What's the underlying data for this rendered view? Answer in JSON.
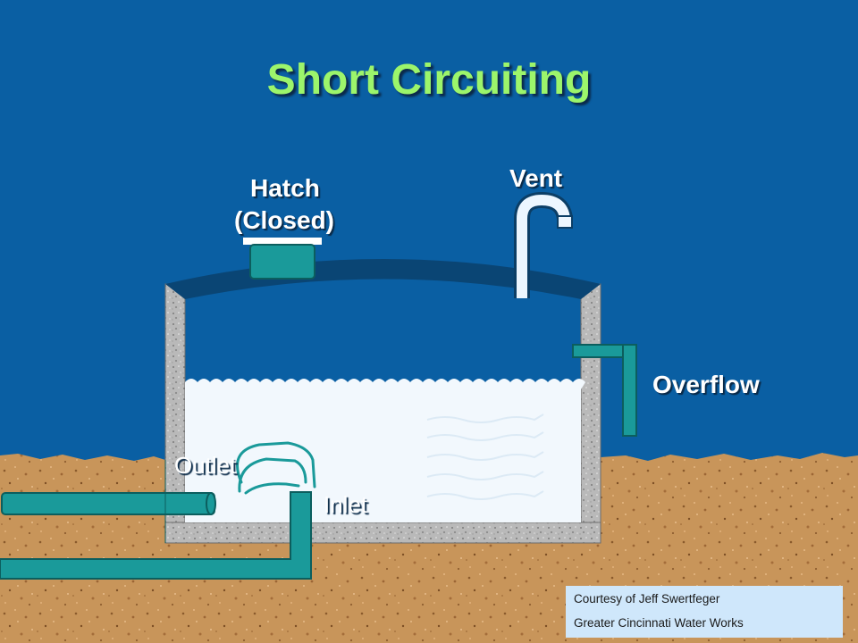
{
  "title": "Short Circuiting",
  "labels": {
    "hatch_line1": "Hatch",
    "hatch_line2": "(Closed)",
    "vent": "Vent",
    "overflow": "Overflow",
    "outlet": "Outlet",
    "inlet": "Inlet"
  },
  "credit": {
    "line1": "Courtesy of Jeff Swertfeger",
    "line2": "Greater Cincinnati Water Works"
  },
  "colors": {
    "sky": "#0a5fa3",
    "title": "#9cf56b",
    "pipe": "#1a9a9a",
    "soil": "#c8955a",
    "water": "#f2f8fd",
    "tank_roof": "#0a4574"
  }
}
